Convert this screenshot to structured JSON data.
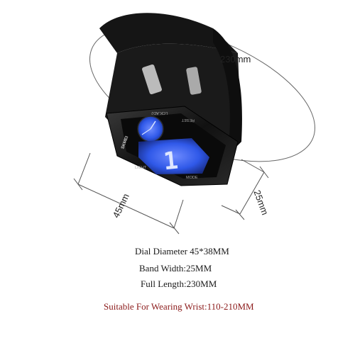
{
  "dimensions": {
    "length_label": "230mm",
    "dial_width_label": "45mm",
    "band_width_label": "25mm"
  },
  "watch_face": {
    "top_labels": [
      "RESET",
      "LCK.ADJ"
    ],
    "bottom_labels": [
      "LIGHT",
      "MODE"
    ],
    "brand": "SKMEI",
    "digits": "1"
  },
  "specs": {
    "dial_diameter": "Dial Diameter 45*38MM",
    "band_width": "Band Width:25MM",
    "full_length": "Full Length:230MM",
    "wrist_fit": "Suitable For Wearing Wrist:110-210MM"
  },
  "colors": {
    "strap": "#151515",
    "display": "#2f58e8",
    "accent_text": "#8b1a1a",
    "dimension_line": "#555555"
  }
}
